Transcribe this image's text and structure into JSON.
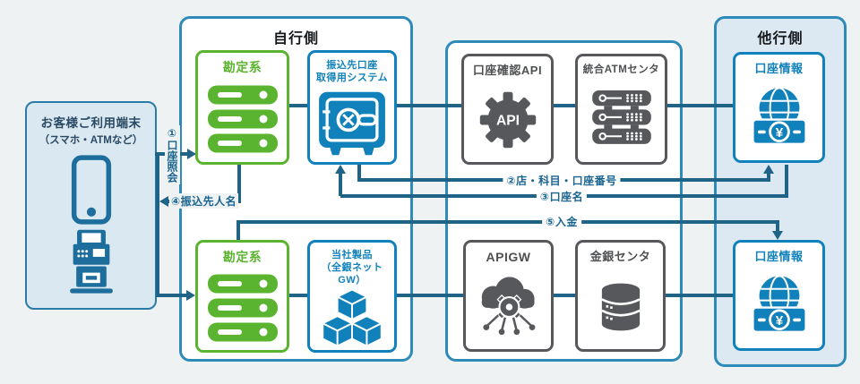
{
  "colors": {
    "line": "#1f6486",
    "container_border": "#2e8ab8",
    "green": "#5ab42f",
    "blue": "#1081bb",
    "gray": "#56585b",
    "panel_bg": "#dae8f1"
  },
  "customer": {
    "title": "お客様ご利用端末",
    "subtitle": "（スマホ・ATMなど）"
  },
  "own_bank": {
    "title": "自行側",
    "core_top": {
      "label": "勘定系"
    },
    "transfer_system": {
      "label_line1": "振込先口座",
      "label_line2": "取得用システム"
    },
    "core_bottom": {
      "label": "勘定系"
    },
    "product": {
      "label_line1": "当社製品",
      "label_line2": "（全銀ネットGW）"
    }
  },
  "shared_center": {
    "account_check_api": {
      "label": "口座確認API",
      "icon_text": "API"
    },
    "atm_center": {
      "label": "統合ATMセンタ"
    },
    "apigw": {
      "label": "APIGW"
    },
    "kingin_center": {
      "label": "金銀センタ"
    }
  },
  "other_bank": {
    "title": "他行側",
    "account_info_top": {
      "label": "口座情報",
      "icon_symbol": "¥"
    },
    "account_info_bottom": {
      "label": "口座情報",
      "icon_symbol": "¥"
    }
  },
  "flows": {
    "f1": {
      "label": "①口座照会"
    },
    "f2": {
      "label": "②店・科目・口座番号"
    },
    "f3": {
      "label": "③口座名"
    },
    "f4": {
      "label": "④振込先人名"
    },
    "f5": {
      "label": "⑤入金"
    }
  }
}
